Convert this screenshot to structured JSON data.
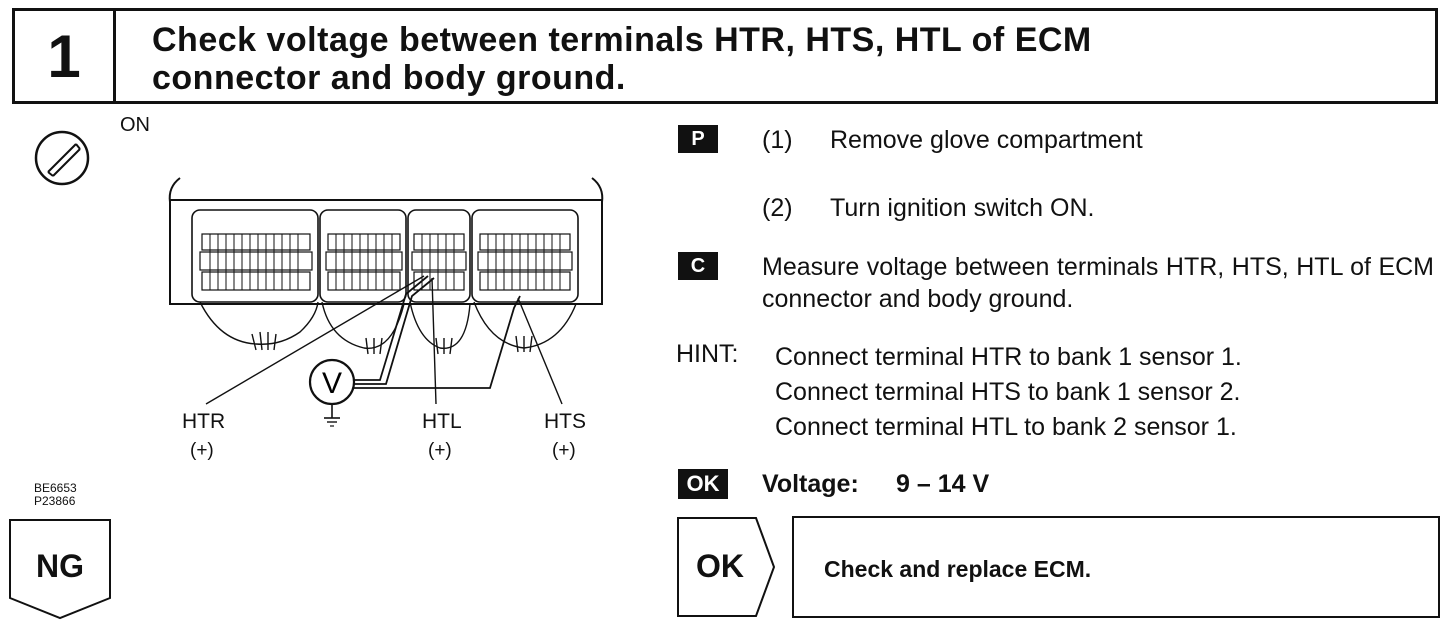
{
  "header": {
    "step_number": "1",
    "title_line1": "Check voltage between terminals HTR, HTS, HTL of ECM",
    "title_line2": "connector and body ground."
  },
  "diagram": {
    "ignition_label": "ON",
    "voltmeter_symbol": "V",
    "terminals": [
      {
        "name": "HTR",
        "polarity": "(+)"
      },
      {
        "name": "HTL",
        "polarity": "(+)"
      },
      {
        "name": "HTS",
        "polarity": "(+)"
      }
    ],
    "figure_code_line1": "BE6653",
    "figure_code_line2": "P23866"
  },
  "procedure": {
    "p_badge": "P",
    "step1_num": "(1)",
    "step1_text": "Remove glove compartment",
    "step2_num": "(2)",
    "step2_text": "Turn ignition switch ON.",
    "c_badge": "C",
    "measure_text": "Measure voltage between terminals HTR, HTS, HTL of ECM connector and body ground.",
    "hint_label": "HINT:",
    "hints": [
      "Connect terminal HTR to bank 1 sensor 1.",
      "Connect terminal HTS to bank 1 sensor 2.",
      "Connect terminal HTL to bank 2 sensor 1."
    ],
    "ok_badge": "OK",
    "voltage_label": "Voltage:",
    "voltage_value": "9 – 14 V"
  },
  "outcomes": {
    "ng_label": "NG",
    "ok_label": "OK",
    "ok_result": "Check and replace ECM."
  }
}
